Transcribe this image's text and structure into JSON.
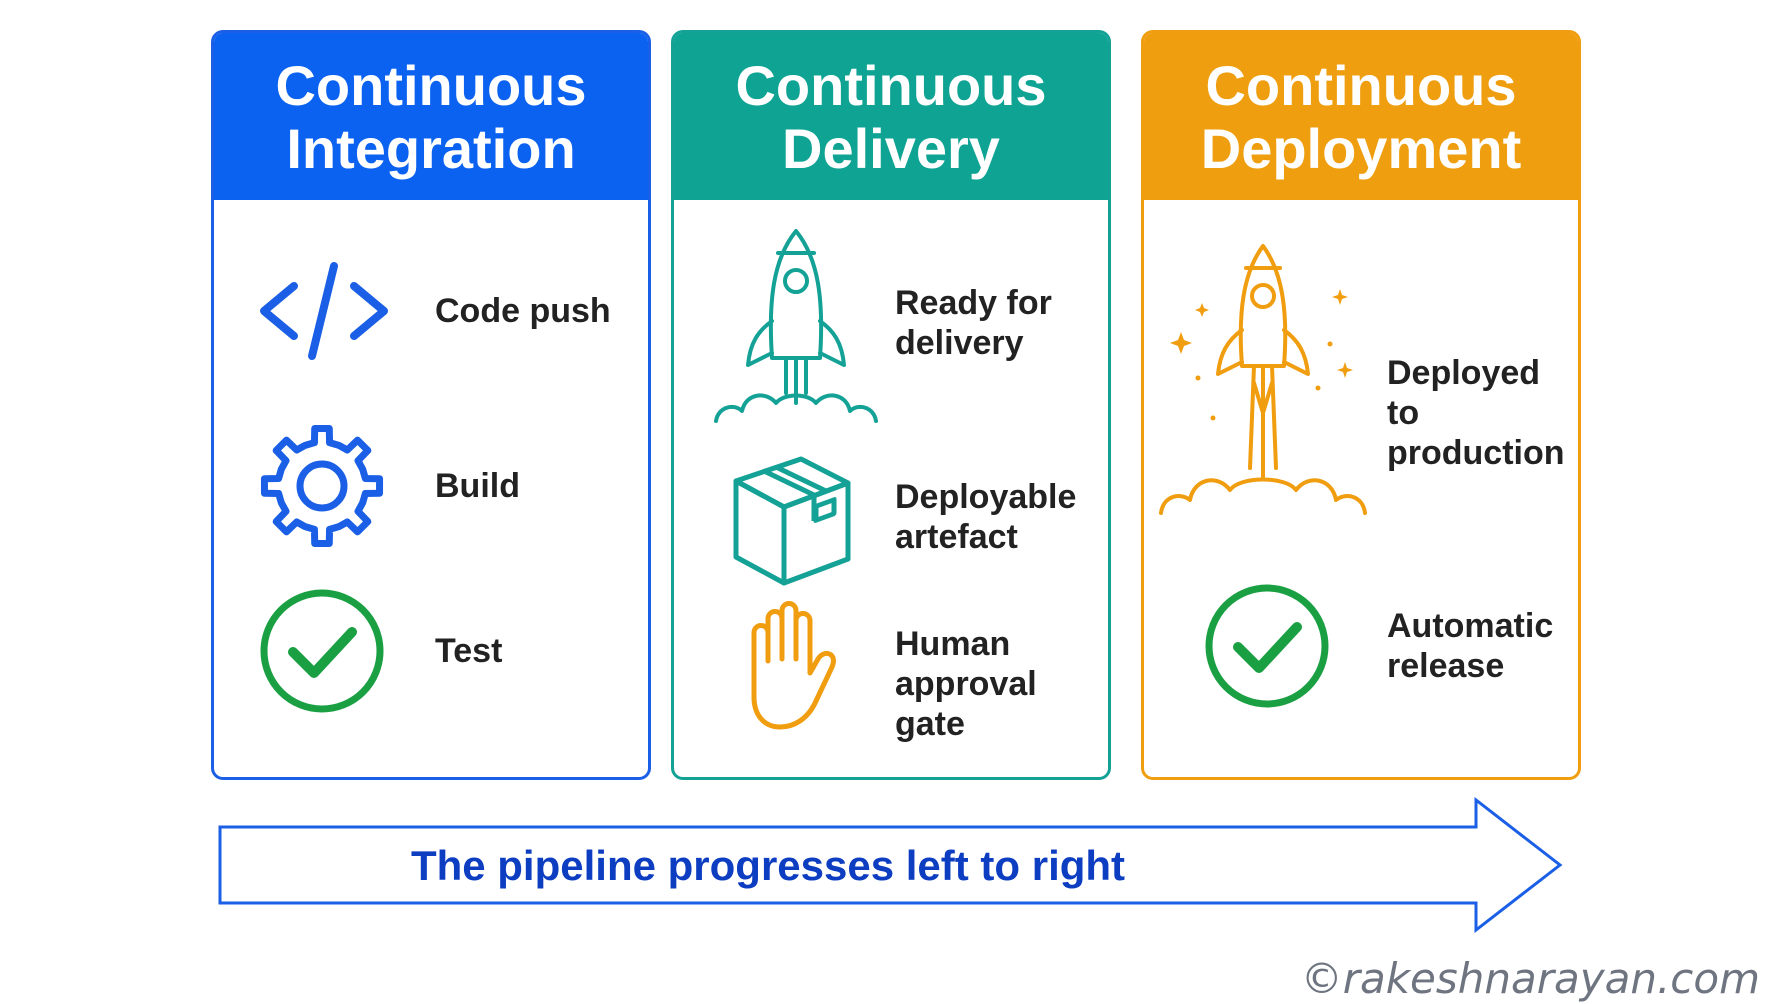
{
  "stages": [
    {
      "title": "Continuous\nIntegration",
      "color": "#0b62f0",
      "items": [
        {
          "icon": "code-icon",
          "label": "Code push"
        },
        {
          "icon": "gear-icon",
          "label": "Build"
        },
        {
          "icon": "check-circle-icon",
          "label": "Test"
        }
      ]
    },
    {
      "title": "Continuous\nDelivery",
      "color": "#0ea393",
      "items": [
        {
          "icon": "rocket-icon",
          "label": "Ready for\ndelivery"
        },
        {
          "icon": "package-box-icon",
          "label": "Deployable\nartefact"
        },
        {
          "icon": "raised-hand-icon",
          "label": "Human\napproval gate"
        }
      ]
    },
    {
      "title": "Continuous\nDeployment",
      "color": "#ef9e0f",
      "items": [
        {
          "icon": "rocket-launch-icon",
          "label": "Deployed to\nproduction"
        },
        {
          "icon": "check-circle-icon",
          "label": "Automatic\nrelease"
        }
      ]
    }
  ],
  "progress_arrow": {
    "text": "The pipeline progresses left to right",
    "color": "#0d3ec2"
  },
  "credit": "©rakeshnarayan.com",
  "colors": {
    "blue": "#1a5fe6",
    "teal": "#14a196",
    "orange": "#f09d10",
    "green": "#1aa043"
  }
}
